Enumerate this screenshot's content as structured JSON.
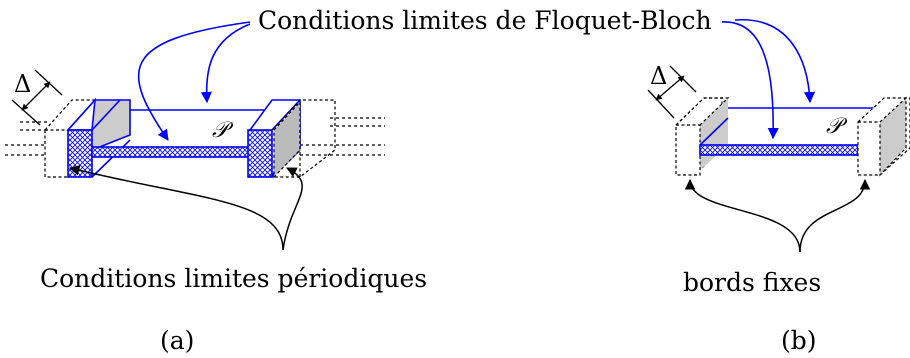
{
  "labels": {
    "floquet": "Conditions limites de Floquet-Bloch",
    "periodic": "Conditions limites périodiques",
    "fixed": "bords fixes",
    "panel_a": "(a)",
    "panel_b": "(b)",
    "delta": "Δ",
    "period": "𝒫"
  },
  "colors": {
    "blue": "#0000ff",
    "gray": "#cccccc",
    "black": "#000000"
  }
}
